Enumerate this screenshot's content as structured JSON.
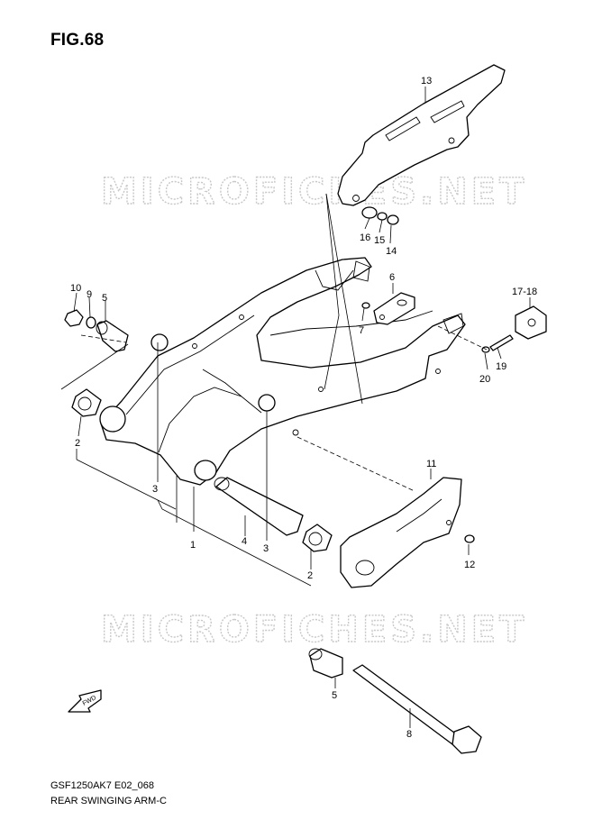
{
  "figure": {
    "title": "FIG.68"
  },
  "watermarks": [
    "MICROFICHES.NET",
    "MICROFICHES.NET"
  ],
  "callouts": [
    "13",
    "16",
    "15",
    "14",
    "10",
    "9",
    "5",
    "6",
    "7",
    "17-18",
    "19",
    "20",
    "2",
    "3",
    "1",
    "4",
    "3",
    "2",
    "11",
    "12",
    "5",
    "8"
  ],
  "direction_label": "FWD",
  "footer": {
    "model_code": "GSF1250AK7 E02_068",
    "section_title": "REAR SWINGING ARM-C"
  }
}
